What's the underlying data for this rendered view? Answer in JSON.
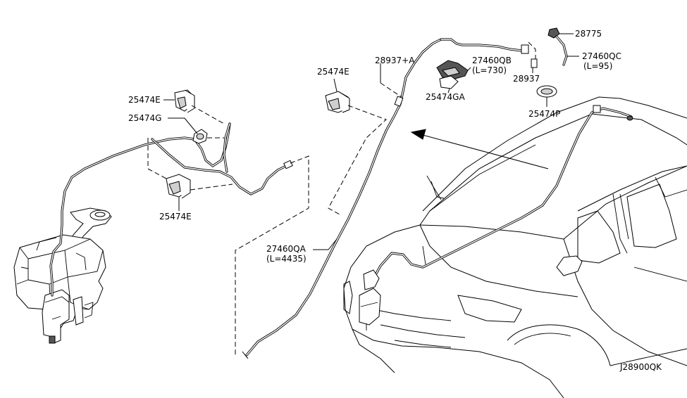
{
  "labels": {
    "p25474e_top": "25474E",
    "p25474g": "25474G",
    "p25474e_bottom": "25474E",
    "p25474e_mid": "25474E",
    "p28937a": "28937+A",
    "p27460qb": "27460QB",
    "p27460qb_len": "(L=730)",
    "p25474ga": "25474GA",
    "p28937": "28937",
    "p28775": "28775",
    "p27460qc": "27460QC",
    "p27460qc_len": "(L=95)",
    "p25474p": "25474P",
    "p27460qa": "27460QA",
    "p27460qa_len": "(L=4435)",
    "diagram_code": "J28900QK"
  }
}
